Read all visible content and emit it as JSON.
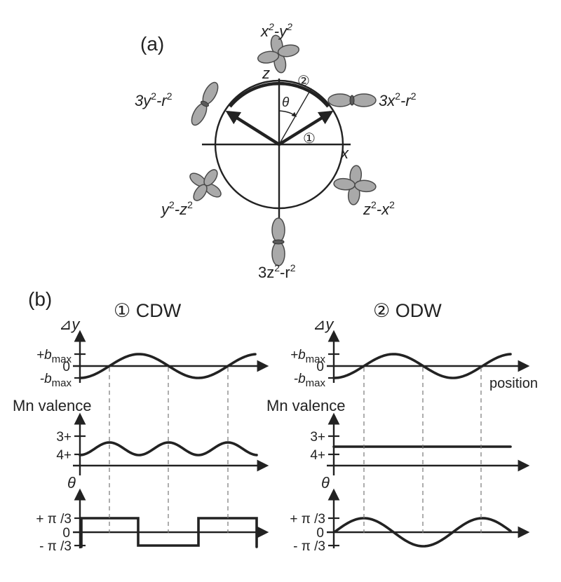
{
  "panel_a": {
    "label": "(a)",
    "axis_z": "z",
    "axis_x": "x",
    "theta": "θ",
    "marker_1": "①",
    "marker_2": "②",
    "orbitals": {
      "top": {
        "pre": "x",
        "sup1": "2",
        "mid": "-y",
        "sup2": "2"
      },
      "upper_right": {
        "pre": "3x",
        "sup1": "2",
        "mid": "-r",
        "sup2": "2"
      },
      "upper_left": {
        "pre": "3y",
        "sup1": "2",
        "mid": "-r",
        "sup2": "2"
      },
      "lower_left": {
        "pre": "y",
        "sup1": "2",
        "mid": "-z",
        "sup2": "2"
      },
      "lower_right": {
        "pre": "z",
        "sup1": "2",
        "mid": "-x",
        "sup2": "2"
      },
      "bottom": {
        "pre": "3z",
        "sup1": "2",
        "mid": "-r",
        "sup2": "2"
      }
    }
  },
  "panel_b": {
    "label": "(b)",
    "left_title": "① CDW",
    "right_title": "② ODW",
    "dy_label": "⊿y",
    "b_plus": {
      "sign": "+b",
      "sub": "max"
    },
    "b_minus": {
      "sign": "-b",
      "sub": "max"
    },
    "zero": "0",
    "position_label": "position",
    "mn_label": "Mn valence",
    "val_3": "3+",
    "val_4": "4+",
    "theta_label": "θ",
    "pi_plus": "+ π /3",
    "pi_minus": "- π /3"
  }
}
